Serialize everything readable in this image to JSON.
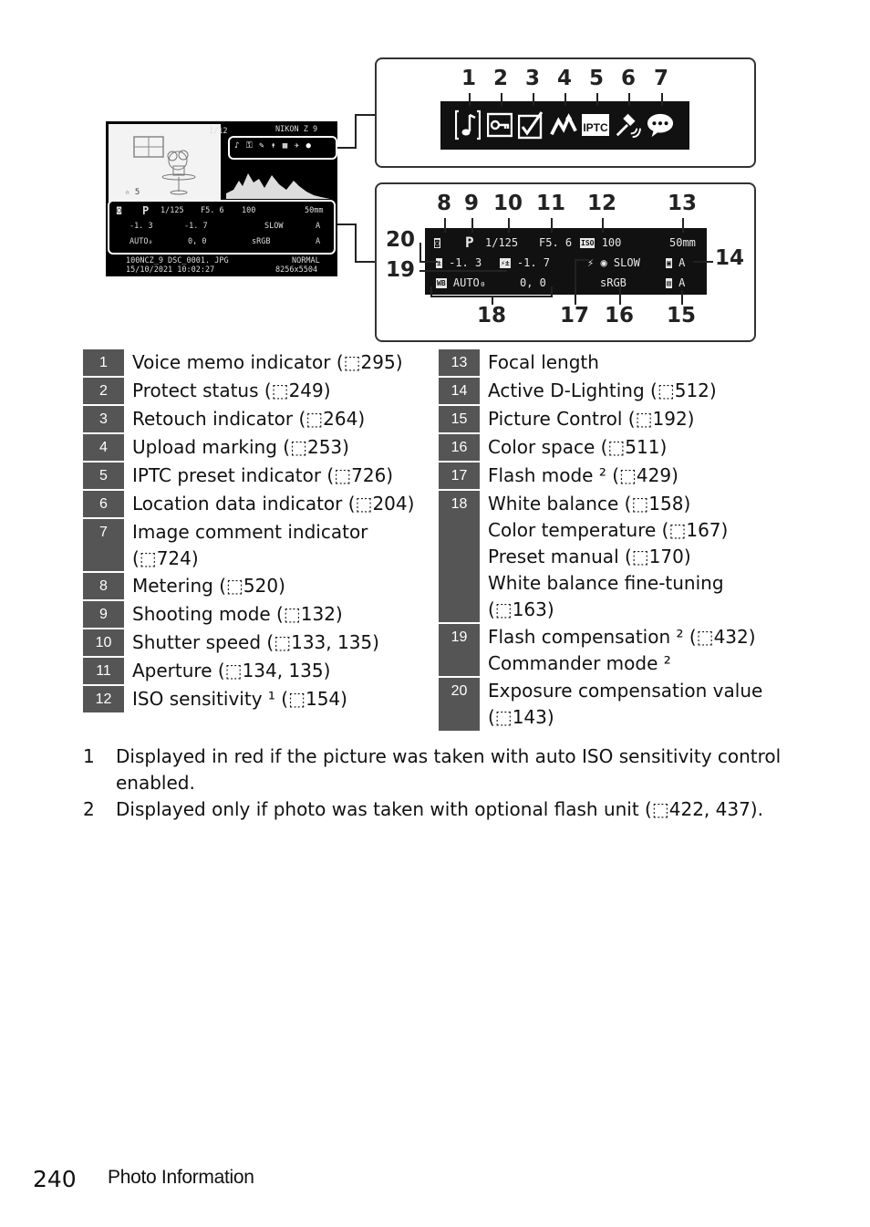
{
  "figure": {
    "mini": {
      "frame": "1/12",
      "camera": "NIKON Z 9",
      "rating": "☆ 5",
      "row1": [
        "P",
        "1/125",
        "F5. 6",
        "100",
        "50mm"
      ],
      "row2": [
        "-1. 3",
        "-1. 7",
        "SLOW",
        "A"
      ],
      "row3": [
        "AUTO₀",
        "0,  0",
        "sRGB",
        "A"
      ],
      "folder_file": "100NCZ_9  DSC_0001. JPG",
      "quality": "NORMAL",
      "datetime": "15/10/2021  10:02:27",
      "size": "8256x5504"
    },
    "top_callout_numbers": [
      "1",
      "2",
      "3",
      "4",
      "5",
      "6",
      "7"
    ],
    "bottom_callout_numbers": [
      "8",
      "9",
      "10",
      "11",
      "12",
      "13",
      "14",
      "15",
      "16",
      "17",
      "18",
      "19",
      "20"
    ],
    "big": {
      "mode": "P",
      "shutter": "1/125",
      "aperture": "F5. 6",
      "iso": "100",
      "focal": "50mm",
      "exp_comp": "-1. 3",
      "flash_comp": "-1. 7",
      "flash_mode": "SLOW",
      "adl": "A",
      "wb": "AUTO₀",
      "wb_fine": "0,  0",
      "color_space": "sRGB",
      "picture_control": "A"
    }
  },
  "left_rows": [
    {
      "n": "1",
      "lines": [
        "Voice memo indicator (⬚295)"
      ]
    },
    {
      "n": "2",
      "lines": [
        "Protect status (⬚249)"
      ]
    },
    {
      "n": "3",
      "lines": [
        "Retouch indicator (⬚264)"
      ]
    },
    {
      "n": "4",
      "lines": [
        "Upload marking (⬚253)"
      ]
    },
    {
      "n": "5",
      "lines": [
        "IPTC preset indicator (⬚726)"
      ]
    },
    {
      "n": "6",
      "lines": [
        "Location data indicator (⬚204)"
      ]
    },
    {
      "n": "7",
      "lines": [
        "Image comment indicator",
        "(⬚724)"
      ]
    },
    {
      "n": "8",
      "lines": [
        "Metering (⬚520)"
      ]
    },
    {
      "n": "9",
      "lines": [
        "Shooting mode (⬚132)"
      ]
    },
    {
      "n": "10",
      "lines": [
        "Shutter speed (⬚133, 135)"
      ]
    },
    {
      "n": "11",
      "lines": [
        "Aperture (⬚134, 135)"
      ]
    },
    {
      "n": "12",
      "lines": [
        "ISO sensitivity ¹ (⬚154)"
      ]
    }
  ],
  "right_rows": [
    {
      "n": "13",
      "lines": [
        "Focal length"
      ]
    },
    {
      "n": "14",
      "lines": [
        "Active D-Lighting (⬚512)"
      ]
    },
    {
      "n": "15",
      "lines": [
        "Picture Control (⬚192)"
      ]
    },
    {
      "n": "16",
      "lines": [
        "Color space (⬚511)"
      ]
    },
    {
      "n": "17",
      "lines": [
        "Flash mode ² (⬚429)"
      ]
    },
    {
      "n": "18",
      "lines": [
        "White balance (⬚158)",
        "Color temperature (⬚167)",
        "Preset manual (⬚170)",
        "White balance fine-tuning",
        "(⬚163)"
      ]
    },
    {
      "n": "19",
      "lines": [
        "Flash compensation ² (⬚432)",
        "Commander mode ²"
      ]
    },
    {
      "n": "20",
      "lines": [
        "Exposure compensation value",
        "(⬚143)"
      ]
    }
  ],
  "footnotes": [
    {
      "n": "1",
      "lines": [
        "Displayed in red if the picture was taken with auto ISO sensitivity control",
        "enabled."
      ]
    },
    {
      "n": "2",
      "lines": [
        "Displayed only if photo was taken with optional flash unit (⬚422, 437)."
      ]
    }
  ],
  "page": {
    "number": "240",
    "title": "Photo Information"
  }
}
